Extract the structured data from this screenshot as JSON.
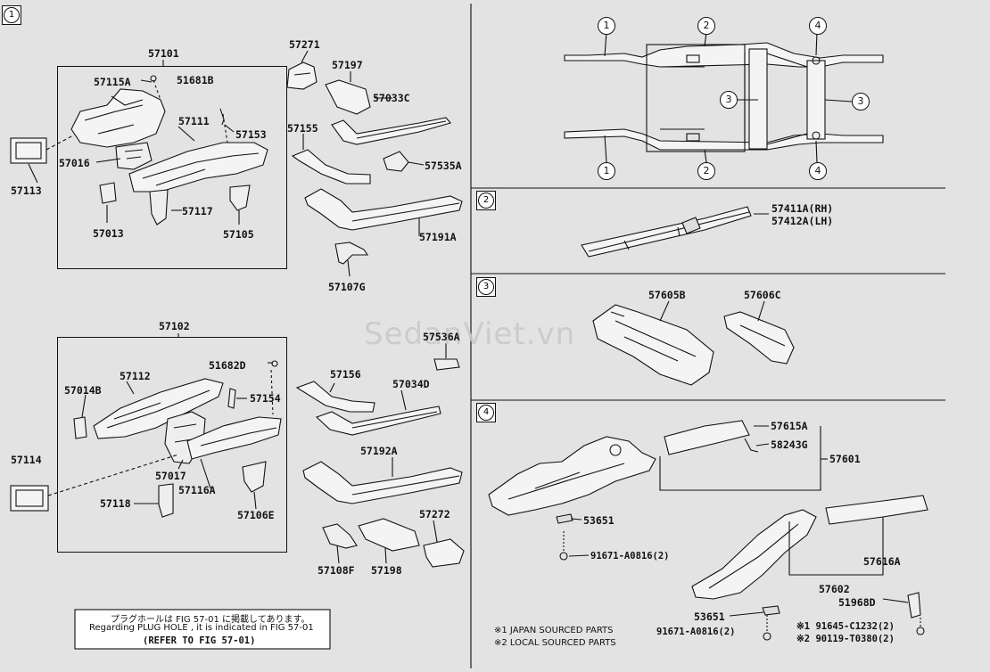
{
  "figure_index": "1",
  "watermark": "SedanViet.vn",
  "sections": [
    "2",
    "3",
    "4"
  ],
  "frame_callouts": {
    "c1": "1",
    "c2": "2",
    "c3": "3",
    "c4": "4"
  },
  "labels": {
    "p57101": "57101",
    "p57115A": "57115A",
    "p51681B": "51681B",
    "p57111": "57111",
    "p57153": "57153",
    "p57113": "57113",
    "p57016": "57016",
    "p57117": "57117",
    "p57013": "57013",
    "p57105": "57105",
    "p57271": "57271",
    "p57197": "57197",
    "p57033C": "57033C",
    "p57155": "57155",
    "p57535A": "57535A",
    "p57191A": "57191A",
    "p57107G": "57107G",
    "p57102": "57102",
    "p57536A": "57536A",
    "p57112": "57112",
    "p51682D": "51682D",
    "p57014B": "57014B",
    "p57154": "57154",
    "p57156": "57156",
    "p57034D": "57034D",
    "p57017": "57017",
    "p57116A": "57116A",
    "p57114": "57114",
    "p57192A": "57192A",
    "p57118": "57118",
    "p57106E": "57106E",
    "p57272": "57272",
    "p57108F": "57108F",
    "p57198": "57198",
    "p57411A": "57411A(RH)",
    "p57412A": "57412A(LH)",
    "p57605B": "57605B",
    "p57606C": "57606C",
    "p57615A": "57615A",
    "p58243G": "58243G",
    "p57601": "57601",
    "p53651a": "53651",
    "p91671a": "91671-A0816(2)",
    "p57616A": "57616A",
    "p57602": "57602",
    "p51968D": "51968D",
    "p53651b": "53651",
    "p91671b": "91671-A0816(2)",
    "p91645": "※1 91645-C1232(2)",
    "p90119": "※2 90119-T0380(2)"
  },
  "notes": {
    "japanese": "プラグホールは FIG 57-01 に掲載してあります。",
    "english": "Regarding PLUG HOLE , it is indicated in FIG 57-01",
    "refer": "(REFER TO FIG 57-01)",
    "legend1": "※1 JAPAN SOURCED PARTS",
    "legend2": "※2 LOCAL SOURCED PARTS"
  }
}
